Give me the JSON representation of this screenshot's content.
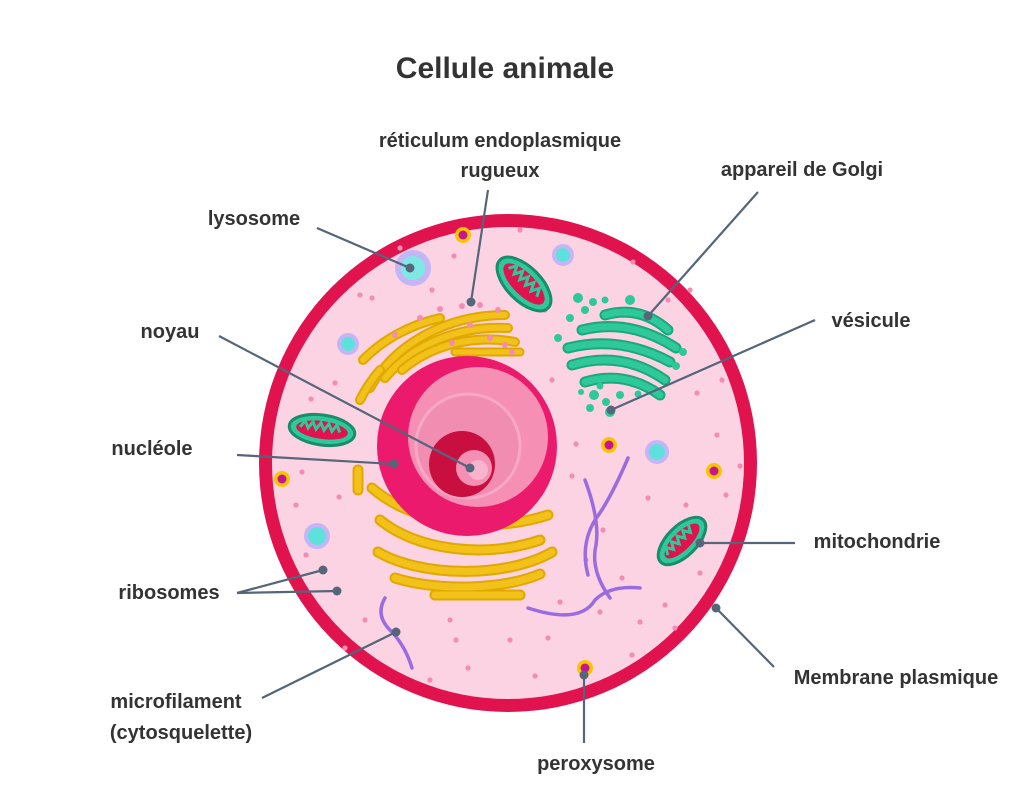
{
  "title": "Cellule animale",
  "labels": {
    "rer_line1": "réticulum endoplasmique",
    "rer_line2": "rugueux",
    "golgi": "appareil de Golgi",
    "lysosome": "lysosome",
    "vesicule": "vésicule",
    "noyau": "noyau",
    "nucleole": "nucléole",
    "mitochondrie": "mitochondrie",
    "ribosomes": "ribosomes",
    "membrane": "Membrane plasmique",
    "microfilament_line1": "microfilament",
    "microfilament_line2": "(cytosquelette)",
    "peroxysome": "peroxysome"
  },
  "colors": {
    "membrane": "#e0134e",
    "cytoplasm": "#fcd3e3",
    "nucleus_outer": "#ec1a6c",
    "nucleus_mid": "#f58fb4",
    "nucleolus": "#c80f3f",
    "er": "#f2c21a",
    "golgi": "#2ec89a",
    "mitochondria": "#1fb38a",
    "vesicle": "#5ee1dc",
    "peroxisome": "#f7c600",
    "filament": "#9b6be0",
    "leader": "#55657a"
  }
}
